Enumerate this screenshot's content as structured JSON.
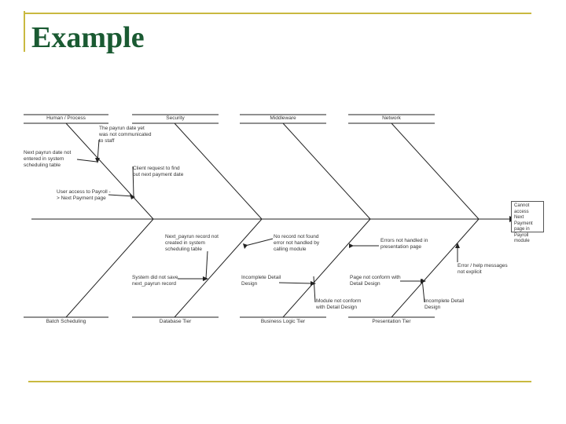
{
  "slide": {
    "title": "Example"
  },
  "diagram": {
    "effect": "Cannot access\nNext Payment\npage in Payroll\nmodule",
    "categories_top": [
      "Human / Process",
      "Security",
      "Middleware",
      "Network"
    ],
    "categories_bottom": [
      "Batch Scheduling",
      "Database Tier",
      "Business Logic Tier",
      "Presentation Tier"
    ],
    "causes": [
      "The payrun date yet\nwas not communicated\nto staff",
      "Next payrun date not\nentered in system\nscheduling table",
      "Client request to find\nout next payment date",
      "User access to Payroll -\n> Next Payment page",
      "Next_payrun record not\ncreated in system\nscheduling table",
      "No record not found\nerror not handled by\ncalling module",
      "Errors not handled in\npresentation page",
      "System did not save\nnext_payrun record",
      "Incomplete Detail\nDesign",
      "Page not conform with\nDetail Design",
      "Error / help messages\nnot explicit",
      "Module not conform\nwith Detail Design",
      "Incomplete Detail\nDesign"
    ]
  }
}
